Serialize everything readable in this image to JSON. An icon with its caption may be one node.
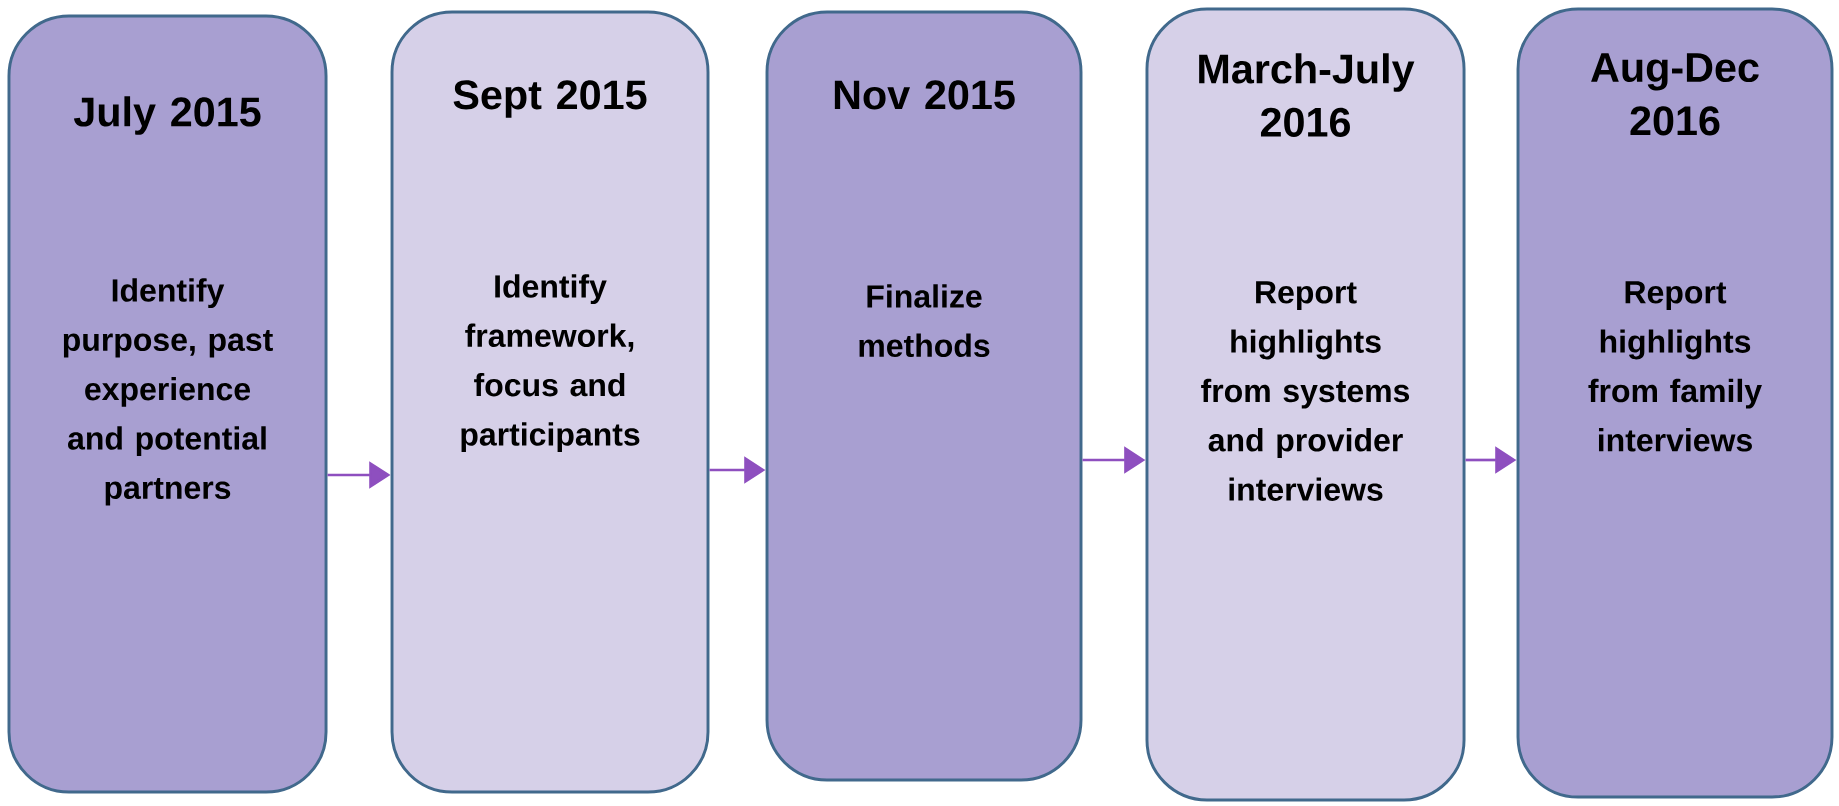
{
  "diagram": {
    "nodes": [
      {
        "text": [
          "July 2015",
          "Identify purpose, past experience and potential partners"
        ]
      },
      {
        "text": [
          "Sept 2015",
          "Identify framework, focus and participants"
        ]
      },
      {
        "text": [
          "Nov 2015",
          "Finalize methods"
        ]
      },
      {
        "text": [
          "March-July 2016",
          "Report highlights from systems and provider interviews"
        ]
      },
      {
        "text": [
          "Aug-Dec 2016",
          "Report highlights from family interviews"
        ]
      }
    ],
    "edges": [
      {
        "from": 0,
        "to": 1,
        "arrow": "to"
      },
      {
        "from": 1,
        "to": 2,
        "arrow": "to"
      },
      {
        "from": 2,
        "to": 3,
        "arrow": "to"
      },
      {
        "from": 3,
        "to": 4,
        "arrow": "to"
      }
    ]
  }
}
